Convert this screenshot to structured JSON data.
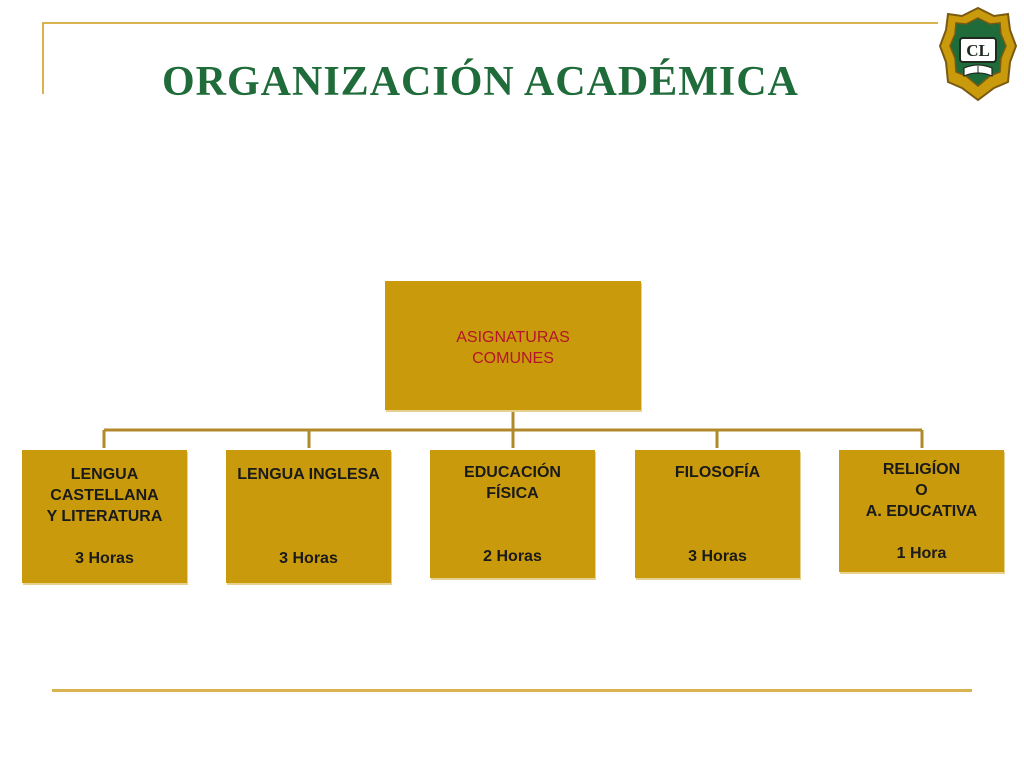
{
  "slide": {
    "title": "ORGANIZACIÓN ACADÉMICA",
    "logo_text": "CL",
    "colors": {
      "title": "#1f6b3a",
      "box_fill": "#c99a0c",
      "root_text": "#b3152a",
      "connector": "#b08a2a",
      "frame": "#d8b350"
    }
  },
  "root": {
    "lines": [
      "ASIGNATURAS",
      "COMUNES"
    ]
  },
  "subjects": [
    {
      "lines": [
        "LENGUA",
        "CASTELLANA",
        "Y LITERATURA",
        "",
        "3 Horas"
      ]
    },
    {
      "lines": [
        "LENGUA INGLESA",
        "",
        "",
        "",
        "3 Horas"
      ]
    },
    {
      "lines": [
        "EDUCACIÓN",
        "FÍSICA",
        "",
        "",
        "2 Horas"
      ]
    },
    {
      "lines": [
        "FILOSOFÍA",
        "",
        "",
        "",
        "3 Horas"
      ]
    },
    {
      "lines": [
        "RELIGÍON",
        "O",
        "A. EDUCATIVA",
        "",
        "1 Hora"
      ]
    }
  ]
}
